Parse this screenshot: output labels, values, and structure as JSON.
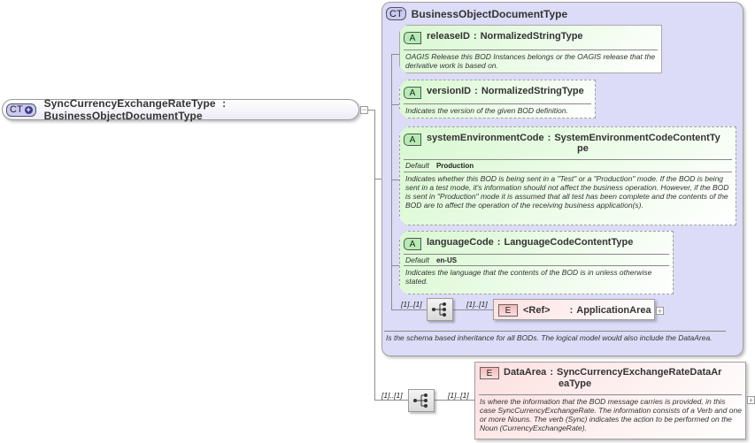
{
  "root": {
    "badge": "CT",
    "name": "SyncCurrencyExchangeRateType",
    "separator": ":",
    "base_type": "BusinessObjectDocumentType",
    "collapse_symbol": "−"
  },
  "base_type_box": {
    "badge": "CT",
    "title": "BusinessObjectDocumentType",
    "description": "Is the schema based inheritance for all BODs. The logical model would also include the DataArea."
  },
  "attributes": [
    {
      "badge": "A",
      "name": "releaseID",
      "separator": ":",
      "type": "NormalizedStringType",
      "border": "solid",
      "description": "OAGIS Release this BOD Instances belongs or the OAGIS release that the derivative work is based on."
    },
    {
      "badge": "A",
      "name": "versionID",
      "separator": ":",
      "type": "NormalizedStringType",
      "border": "dashed",
      "description": "Indicates the version of the given BOD definition."
    },
    {
      "badge": "A",
      "name": "systemEnvironmentCode",
      "separator": ":",
      "type_line1": "SystemEnvironmentCodeContentTy",
      "type_line2": "pe",
      "border": "dashed",
      "default_label": "Default",
      "default_value": "Production",
      "description": "Indicates whether this BOD is being sent in a \"Test\" or a \"Production\" mode. If the BOD is being sent in a test mode, it's information should not affect the business operation. However, if the BOD is sent in \"Production\" mode it is assumed that all test has been complete and the contents of the BOD are to affect the operation of the receiving business application(s)."
    },
    {
      "badge": "A",
      "name": "languageCode",
      "separator": ":",
      "type": "LanguageCodeContentType",
      "border": "dashed",
      "default_label": "Default",
      "default_value": "en-US",
      "description": "Indicates the language that the contents of the BOD is in unless otherwise stated."
    }
  ],
  "application_area": {
    "sequence_cardinality": "[1]..[1]",
    "element_cardinality": "[1]..[1]",
    "badge": "E",
    "name": "<Ref>",
    "separator": ":",
    "type": "ApplicationArea",
    "expand_symbol": "+"
  },
  "data_area": {
    "sequence_cardinality": "[1]..[1]",
    "element_cardinality": "[1]..[1]",
    "badge": "E",
    "name": "DataArea",
    "separator": ":",
    "type_line1": "SyncCurrencyExchangeRateDataAr",
    "type_line2": "eaType",
    "description": "Is where the information that the BOD message carries is provided, in this case SyncCurrencyExchangeRate. The information consists of a Verb and one or more Nouns. The verb (Sync) indicates the action to be performed on the Noun (CurrencyExchangeRate).",
    "expand_symbol": "+"
  },
  "colors": {
    "complex_type_fill": "#dcdcf8",
    "attribute_fill": "#d8f8d0",
    "element_fill": "#fde0e0",
    "connector": "#8c8c8c"
  }
}
